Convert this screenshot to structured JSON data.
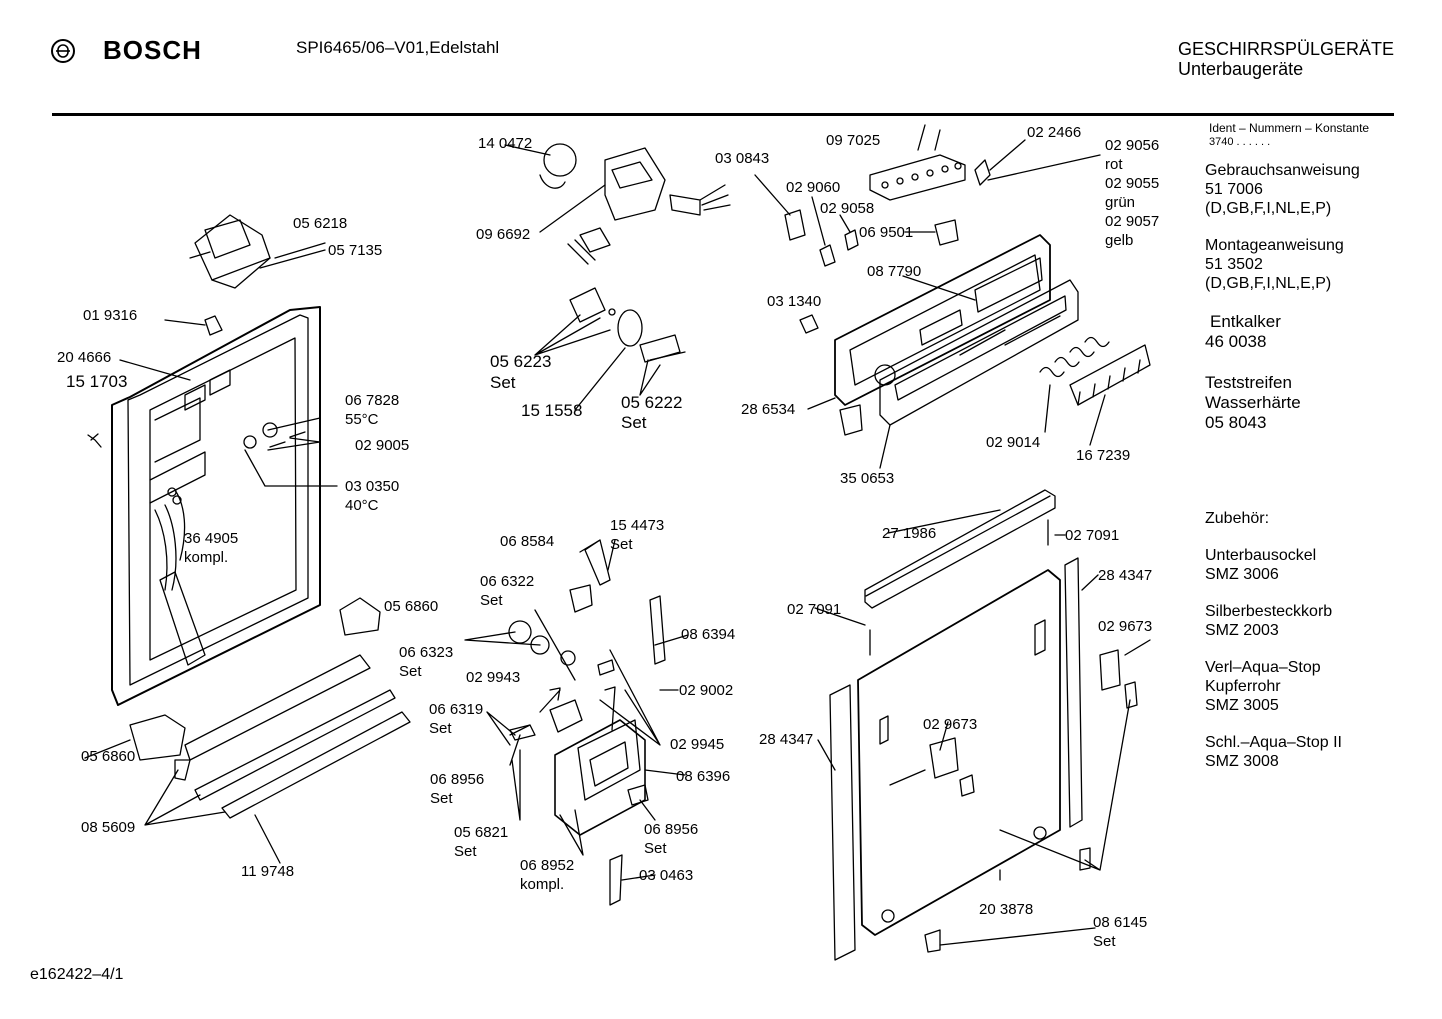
{
  "header": {
    "brand": "BOSCH",
    "model": "SPI6465/06–V01,Edelstahl",
    "category": "GESCHIRRSPÜLGERÄTE",
    "subcategory": "Unterbaugeräte"
  },
  "sidebar": {
    "ident_title": "Ident – Nummern – Konstante",
    "ident_value": "3740  .  .    .  .  .  .",
    "docs": [
      {
        "lines": [
          "Gebrauchsanweisung",
          "51 7006",
          "(D,GB,F,I,NL,E,P)"
        ]
      },
      {
        "lines": [
          "Montageanweisung",
          "51 3502",
          "(D,GB,F,I,NL,E,P)"
        ]
      },
      {
        "lines": [
          "Entkalker",
          "46 0038"
        ]
      },
      {
        "lines": [
          "Teststreifen",
          "Wasserhärte",
          "05 8043"
        ]
      }
    ],
    "accessories_title": "Zubehör:",
    "accessories": [
      {
        "lines": [
          "Unterbausockel",
          "SMZ 3006"
        ]
      },
      {
        "lines": [
          "Silberbesteckkorb",
          "SMZ 2003"
        ]
      },
      {
        "lines": [
          "Verl–Aqua–Stop",
          "Kupferrohr",
          "SMZ 3005"
        ]
      },
      {
        "lines": [
          "Schl.–Aqua–Stop II",
          "SMZ 3008"
        ]
      }
    ]
  },
  "part_labels": {
    "p056218": "05 6218",
    "p057135": "05 7135",
    "p019316": "01 9316",
    "p204666": "20 4666",
    "p151703": "15 1703",
    "p067828": "06 7828",
    "p067828b": "55°C",
    "p029005": "02 9005",
    "p030350": "03 0350",
    "p030350b": "40°C",
    "p364905": "36 4905",
    "p364905b": "kompl.",
    "p056860a": "05 6860",
    "p056860b": "05 6860",
    "p085609": "08 5609",
    "p119748": "11 9748",
    "p140472": "14 0472",
    "p096692": "09 6692",
    "p056223": "05 6223",
    "p056223b": "Set",
    "p151558": "15 1558",
    "p056222": "05 6222",
    "p056222b": "Set",
    "p030843": "03 0843",
    "p097025": "09 7025",
    "p022466": "02 2466",
    "p029056": "02 9056",
    "p029056b": "rot",
    "p029055": "02 9055",
    "p029055b": "grün",
    "p029057": "02 9057",
    "p029057b": "gelb",
    "p029060": "02 9060",
    "p029058": "02 9058",
    "p069501": "06 9501",
    "p087790": "08 7790",
    "p031340": "03 1340",
    "p286534": "28 6534",
    "p350653": "35 0653",
    "p029014": "02 9014",
    "p167239": "16 7239",
    "p068584": "06 8584",
    "p154473": "15 4473",
    "p154473b": "Set",
    "p066322": "06 6322",
    "p066322b": "Set",
    "p066323": "06 6323",
    "p066323b": "Set",
    "p086394": "08 6394",
    "p029943": "02 9943",
    "p029002": "02 9002",
    "p066319": "06 6319",
    "p066319b": "Set",
    "p029945": "02 9945",
    "p068956a": "06 8956",
    "p068956ab": "Set",
    "p086396": "08 6396",
    "p056821": "05 6821",
    "p056821b": "Set",
    "p068956b": "06 8956",
    "p068956bb": "Set",
    "p068952": "06 8952",
    "p068952b": "kompl.",
    "p030463": "03 0463",
    "p271986": "27 1986",
    "p027091a": "02 7091",
    "p284347a": "28 4347",
    "p027091b": "02 7091",
    "p029673a": "02 9673",
    "p284347b": "28 4347",
    "p029673b": "02 9673",
    "p203878": "20 3878",
    "p086145": "08 6145",
    "p086145b": "Set"
  },
  "footer": {
    "code": "e162422–4/1"
  }
}
